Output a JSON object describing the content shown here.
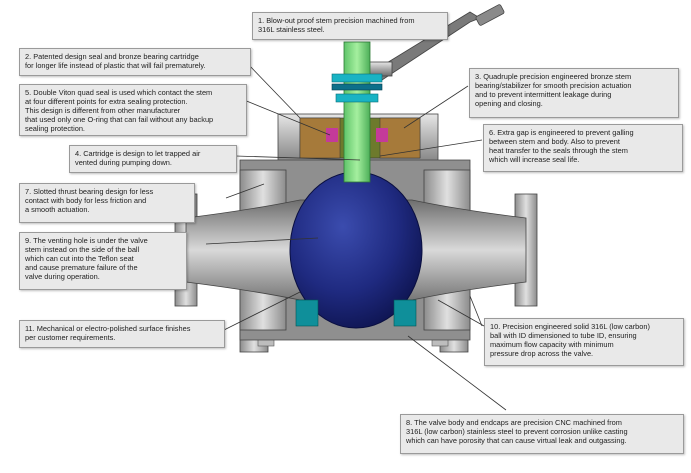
{
  "callouts": [
    {
      "id": "c1",
      "text": "1. Blow-out proof stem precision machined from\n316L stainless steel."
    },
    {
      "id": "c2",
      "text": "2. Patented design seal and bronze bearing cartridge\nfor longer life instead of plastic that will fail prematurely."
    },
    {
      "id": "c3",
      "text": "3. Quadruple precision engineered bronze stem\nbearing/stabilizer for smooth precision actuation\nand to prevent intermittent leakage during\nopening and closing."
    },
    {
      "id": "c4",
      "text": "4. Cartridge is design to let trapped air\nvented during pumping down."
    },
    {
      "id": "c5",
      "text": "5. Double Viton quad seal is used which contact the stem\nat four different points for extra sealing protection.\nThis design is different from other manufacturer\nthat used only one O-ring that can fail without any backup\nsealing protection."
    },
    {
      "id": "c6",
      "text": "6. Extra gap is engineered to prevent galling\nbetween stem and body. Also to prevent\nheat transfer to the seals through the stem\nwhich will increase seal life."
    },
    {
      "id": "c7",
      "text": "7. Slotted thrust bearing design for less\ncontact with body for less friction and\na smooth actuation."
    },
    {
      "id": "c8",
      "text": "8. The valve body and endcaps are precision CNC machined from\n316L (low carbon) stainless steel to prevent corrosion unlike casting\nwhich can have porosity that can cause virtual leak and outgassing."
    },
    {
      "id": "c9",
      "text": "9. The venting hole is under the valve\nstem instead on the side of the ball\nwhich can cut into the Teflon seat\nand cause premature failure of the\nvalve during operation."
    },
    {
      "id": "c10",
      "text": "10. Precision engineered solid 316L (low carbon)\nball with ID dimensioned to tube ID, ensuring\nmaximum flow capacity with minimum\npressure drop across the valve."
    },
    {
      "id": "c11",
      "text": "11. Mechanical or electro-polished surface finishes\nper customer requirements."
    }
  ]
}
